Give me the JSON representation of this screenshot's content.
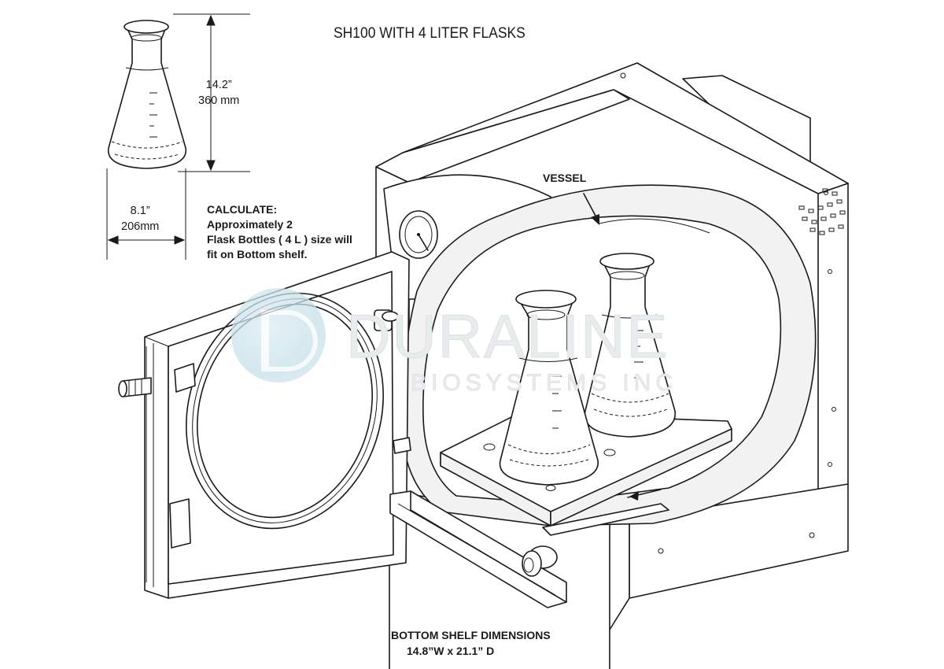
{
  "title": "SH100 WITH 4 LITER FLASKS",
  "flask_dimensions": {
    "height_in": "14.2”",
    "height_mm": "360 mm",
    "width_in": "8.1”",
    "width_mm": "206mm"
  },
  "calculation": {
    "heading": "CALCULATE:",
    "lines": [
      "Approximately  2",
      "Flask Bottles ( 4 L ) size will",
      "fit on Bottom shelf."
    ]
  },
  "vessel_label": "VESSEL",
  "bottom_shelf": {
    "heading": "BOTTOM SHELF DIMENSIONS",
    "dimensions": "14.8”W x 21.1” D"
  },
  "watermark": {
    "name": "DURALINE",
    "subtitle": "BIOSYSTEMS INC"
  },
  "colors": {
    "line": "#1a1a1a",
    "fill_light": "#f5f5f5",
    "watermark_blue": "#c7e1ea"
  }
}
